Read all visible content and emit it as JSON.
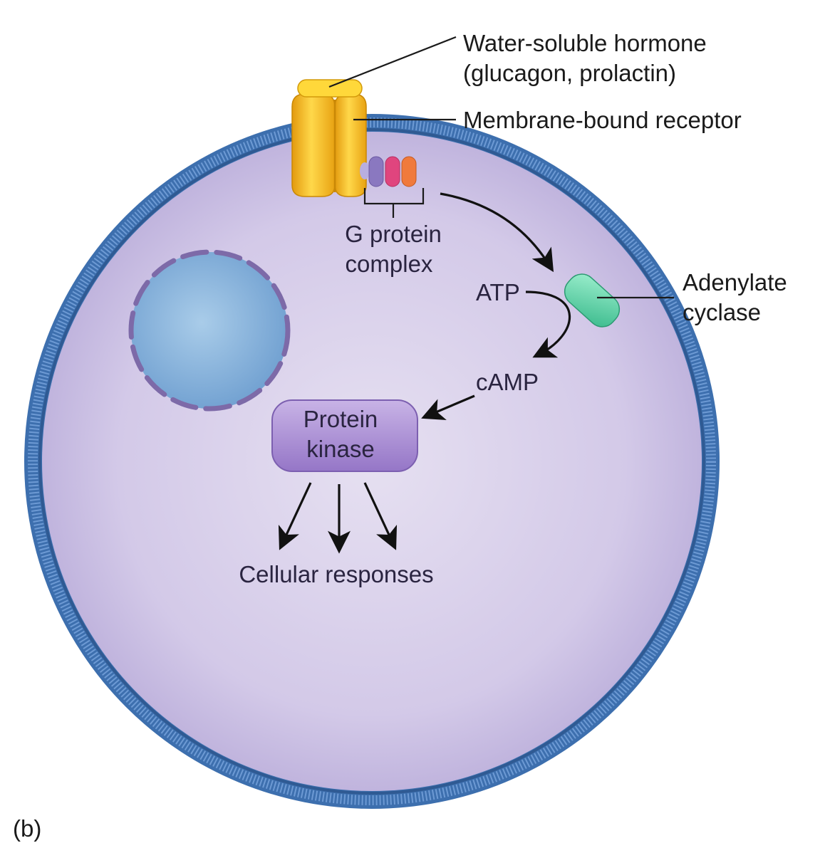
{
  "labels": {
    "hormone_line1": "Water-soluble hormone",
    "hormone_line2": "(glucagon, prolactin)",
    "receptor": "Membrane-bound receptor",
    "g_protein_line1": "G protein",
    "g_protein_line2": "complex",
    "adenylate_line1": "Adenylate",
    "adenylate_line2": "cyclase",
    "atp": "ATP",
    "camp": "cAMP",
    "kinase_line1": "Protein",
    "kinase_line2": "kinase",
    "responses": "Cellular responses",
    "panel": "(b)"
  },
  "colors": {
    "membrane": "#3d6fae",
    "cytoplasm": "#c9bfe3",
    "nucleus": "#7fb0da",
    "receptor": "#f2b41a",
    "adenylate_cyclase": "#5fd0a8",
    "protein_kinase": "#a487cf",
    "g_protein_subunits": [
      "#8a78c0",
      "#e0457e",
      "#f07a3c"
    ]
  }
}
